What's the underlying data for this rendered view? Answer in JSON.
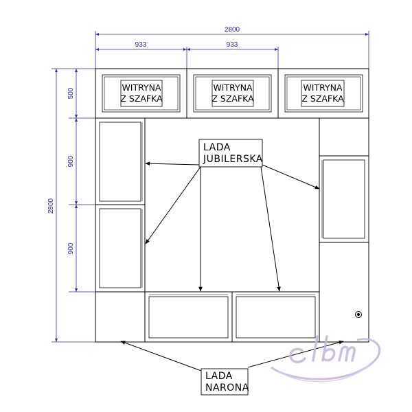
{
  "dimensions": {
    "total_width": "2800",
    "segment_1": "933",
    "segment_2": "933",
    "total_height": "2800",
    "top_module_height": "500",
    "side_module_1": "900",
    "side_module_2": "900"
  },
  "modules": {
    "display_line_1": "WITRYNA",
    "display_line_2": "Z SZAFKA"
  },
  "callouts": {
    "jewelry_counter_line_1": "LADA",
    "jewelry_counter_line_2": "JUBILERSKA",
    "corner_counter_line_1": "LADA",
    "corner_counter_line_2": "NARONA"
  },
  "colors": {
    "dimension": "#2a2aa8",
    "outline": "#000000",
    "watermark": "#c4b2dc"
  }
}
